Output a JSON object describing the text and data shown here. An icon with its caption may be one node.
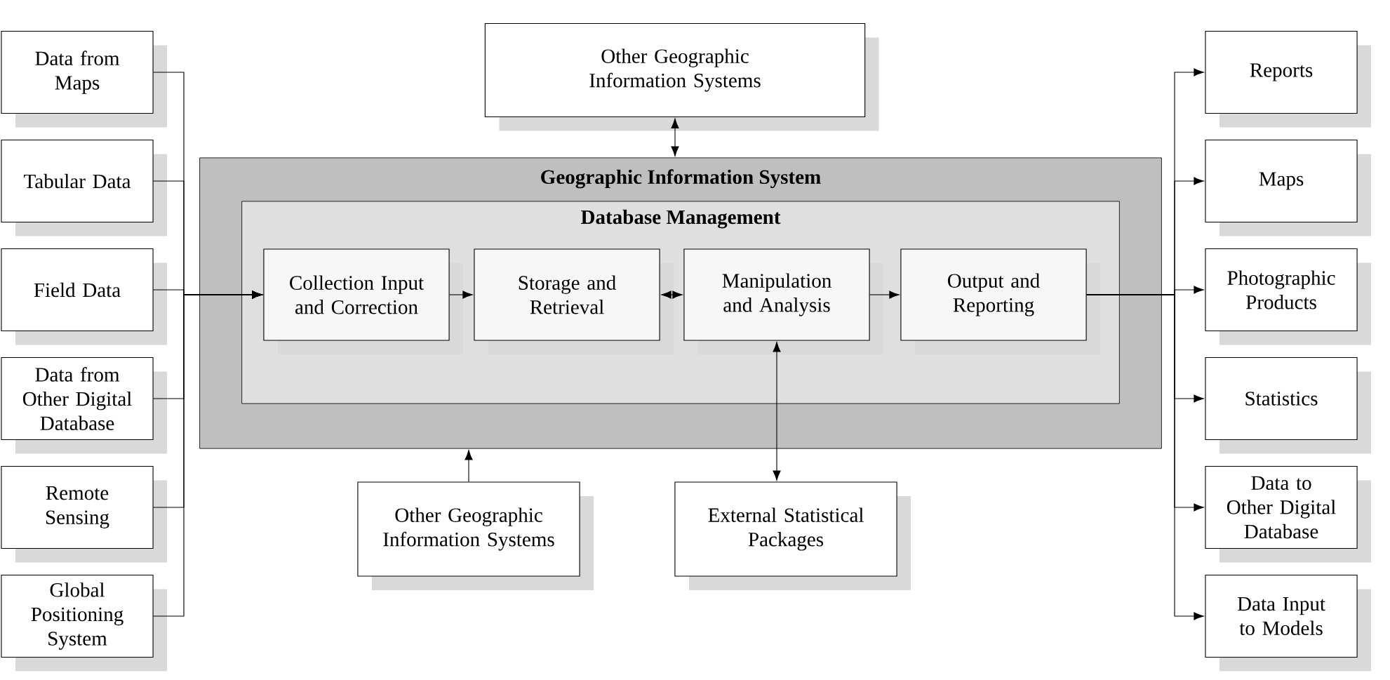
{
  "diagram": {
    "nodes": [
      {
        "text": [
          "Data from Maps"
        ]
      },
      {
        "text": [
          "Tabular Data"
        ]
      },
      {
        "text": [
          "Field Data"
        ]
      },
      {
        "text": [
          "Data from Other Digital Database"
        ]
      },
      {
        "text": [
          "Remote Sensing"
        ]
      },
      {
        "text": [
          "Global Positioning System"
        ]
      },
      {
        "text": [
          "Other Geographic Information Systems"
        ]
      },
      {
        "text": [
          "Geographic Information System"
        ]
      },
      {
        "text": [
          "Database Management"
        ],
        "in": 7
      },
      {
        "text": [
          "Collection Input and Correction"
        ],
        "in": 8
      },
      {
        "text": [
          "Storage and Retrieval"
        ],
        "in": 8
      },
      {
        "text": [
          "Manipulation and Analysis"
        ],
        "in": 8
      },
      {
        "text": [
          "Output and Reporting"
        ],
        "in": 8
      },
      {
        "text": [
          "Other Geographic Information Systems"
        ]
      },
      {
        "text": [
          "External Statistical Packages"
        ]
      },
      {
        "text": [
          "Reports"
        ]
      },
      {
        "text": [
          "Maps"
        ]
      },
      {
        "text": [
          "Photographic Products"
        ]
      },
      {
        "text": [
          "Statistics"
        ]
      },
      {
        "text": [
          "Data to Other Digital Database"
        ]
      },
      {
        "text": [
          "Data Input to Models"
        ]
      }
    ],
    "edges": [
      {
        "from": 0,
        "to": 9,
        "arrow": "to"
      },
      {
        "from": 1,
        "to": 9,
        "arrow": "to"
      },
      {
        "from": 2,
        "to": 9,
        "arrow": "to"
      },
      {
        "from": 3,
        "to": 9,
        "arrow": "to"
      },
      {
        "from": 4,
        "to": 9,
        "arrow": "to"
      },
      {
        "from": 5,
        "to": 9,
        "arrow": "to"
      },
      {
        "from": 6,
        "to": 7,
        "arrow": "both"
      },
      {
        "from": 9,
        "to": 10,
        "arrow": "to"
      },
      {
        "from": 10,
        "to": 11,
        "arrow": "both"
      },
      {
        "from": 11,
        "to": 12,
        "arrow": "to"
      },
      {
        "from": 13,
        "to": 7,
        "arrow": "to"
      },
      {
        "from": 11,
        "to": 14,
        "arrow": "both"
      },
      {
        "from": 12,
        "to": 15,
        "arrow": "to"
      },
      {
        "from": 12,
        "to": 16,
        "arrow": "to"
      },
      {
        "from": 12,
        "to": 17,
        "arrow": "to"
      },
      {
        "from": 12,
        "to": 18,
        "arrow": "to"
      },
      {
        "from": 12,
        "to": 19,
        "arrow": "to"
      },
      {
        "from": 12,
        "to": 20,
        "arrow": "to"
      }
    ]
  }
}
